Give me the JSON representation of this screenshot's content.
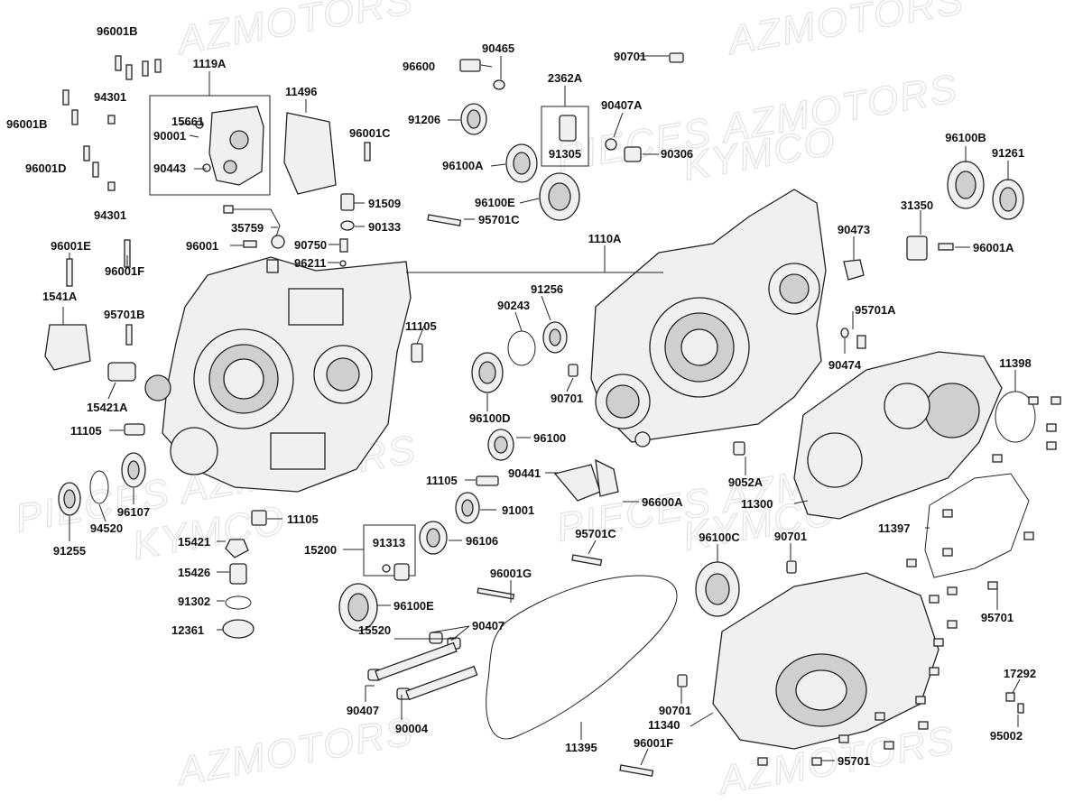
{
  "watermark": {
    "line1": "PIECES AZMOTORS",
    "line2": "KYMCO",
    "line3": "AZMOTORS"
  },
  "part_labels": {
    "p96001B_top": "96001B",
    "p1119A": "1119A",
    "p94301_a": "94301",
    "p96001B_left": "96001B",
    "p15661": "15661",
    "p90001": "90001",
    "p96001D": "96001D",
    "p90443": "90443",
    "p94301_b": "94301",
    "p11496": "11496",
    "p96001C": "96001C",
    "p96600": "96600",
    "p90465": "90465",
    "p90701_top": "90701",
    "p2362A": "2362A",
    "p91206": "91206",
    "p90407A": "90407A",
    "p91305": "91305",
    "p96100A": "96100A",
    "p90306": "90306",
    "p96100E_top": "96100E",
    "p96100B": "96100B",
    "p91261": "91261",
    "p31350": "31350",
    "p91509": "91509",
    "p90133": "90133",
    "p95701C_top": "95701C",
    "p35759": "35759",
    "p96001": "96001",
    "p90750": "90750",
    "p96211": "96211",
    "p1110A": "1110A",
    "p90473": "90473",
    "p96001A": "96001A",
    "p96001E": "96001E",
    "p96001F_left": "96001F",
    "p1541A": "1541A",
    "p91256": "91256",
    "p90243": "90243",
    "p95701A": "95701A",
    "p95701B": "95701B",
    "p11105_mid": "11105",
    "p90474": "90474",
    "p11398": "11398",
    "p15421A": "15421A",
    "p90701_mid": "90701",
    "p96100D": "96100D",
    "p11105_left": "11105",
    "p96100": "96100",
    "p9052A": "9052A",
    "p11105_c": "11105",
    "p90441": "90441",
    "p96600A": "96600A",
    "p11300": "11300",
    "p96107": "96107",
    "p91001": "91001",
    "p11105_low": "11105",
    "p91255": "91255",
    "p94520": "94520",
    "p11397": "11397",
    "p15421": "15421",
    "p91313": "91313",
    "p96106": "96106",
    "p15200": "15200",
    "p95701C_mid": "95701C",
    "p96100C": "96100C",
    "p90701_r": "90701",
    "p15426": "15426",
    "p96001G": "96001G",
    "p96100E_low": "96100E",
    "p91302": "91302",
    "p95701_r": "95701",
    "p12361": "12361",
    "p15520": "15520",
    "p90407_top": "90407",
    "p17292": "17292",
    "p90701_low": "90701",
    "p90407_low": "90407",
    "p90004": "90004",
    "p11340": "11340",
    "p95002": "95002",
    "p11395": "11395",
    "p96001F_low": "96001F",
    "p95701_low": "95701"
  }
}
